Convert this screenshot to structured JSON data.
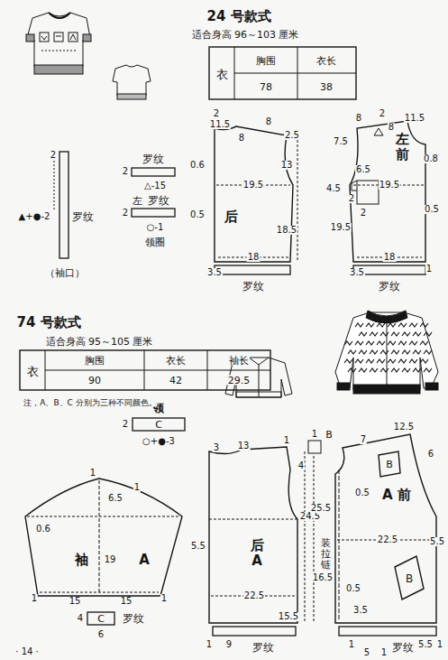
{
  "diagram": {
    "nodes": [
      {
        "text": [
          "后"
        ]
      },
      {
        "text": [
          "左前"
        ]
      },
      {
        "text": [
          "袖",
          "A"
        ]
      },
      {
        "text": [
          "后 A"
        ]
      },
      {
        "text": [
          "A 前"
        ]
      },
      {
        "text": [
          "B"
        ],
        "in": 4
      },
      {
        "text": [
          "B"
        ],
        "in": 4
      },
      {
        "text": [
          "领",
          "C"
        ]
      },
      {
        "text": [
          "C",
          "罗纹"
        ]
      },
      {
        "text": [
          "罗纹"
        ]
      },
      {
        "text": [
          "罗纹"
        ]
      },
      {
        "text": [
          "罗纹"
        ]
      },
      {
        "text": [
          "罗纹"
        ]
      },
      {
        "text": [
          "罗纹"
        ]
      },
      {
        "text": [
          "罗纹"
        ]
      },
      {
        "text": [
          "罗纹"
        ]
      }
    ],
    "labels": [
      "24 号款式",
      "适合身高 96～103 厘米",
      "衣",
      "胸围",
      "衣长",
      "78",
      "38",
      "2",
      "▲+●-2",
      "（袖口）",
      "2",
      "△-15",
      "左",
      "2",
      "○-1",
      "领圈",
      "2",
      "11.5",
      "8",
      "8",
      "2.5",
      "0.6",
      "13",
      "19.5",
      "0.5",
      "18.5",
      "18",
      "3.5",
      "8",
      "2",
      "8",
      "11.5",
      "7.5",
      "0.8",
      "6.5",
      "4.5",
      "2",
      "19.5",
      "2",
      "0.5",
      "19.5",
      "18",
      "3.5",
      "1",
      "74 号款式",
      "适合身高 95～105 厘米",
      "衣",
      "胸围",
      "衣长",
      "袖长",
      "90",
      "42",
      "29.5",
      "注，A、B、C 分别为三种不同颜色。",
      "2",
      "○+●-3",
      "1",
      "6.5",
      "1",
      "0.6",
      "19",
      "1",
      "15",
      "15",
      "1",
      "4",
      "6",
      "3",
      "13",
      "1",
      "24.5",
      "5.5",
      "22.5",
      "15.5",
      "1",
      "9",
      "1",
      "B",
      "4",
      "7",
      "12.5",
      "6",
      "25.5",
      "装拉链",
      "0.5",
      "22.5",
      "5.5",
      "16.5",
      "0.5",
      "3.5",
      "1",
      "5",
      "1",
      "5.5",
      "1",
      "· 14 ·"
    ]
  }
}
